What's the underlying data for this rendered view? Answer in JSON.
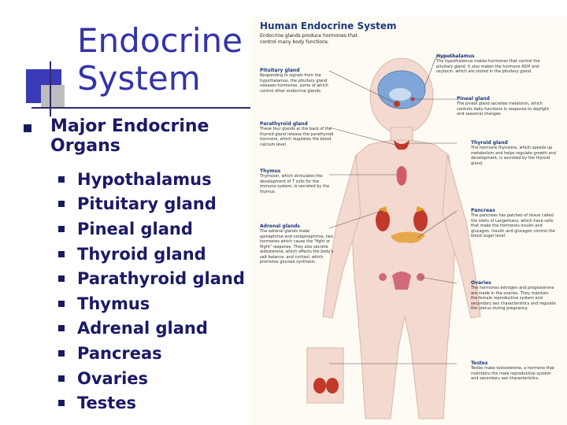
{
  "slide": {
    "title_lines": [
      "Endocrine",
      "System"
    ],
    "main_bullet": "Major Endocrine Organs",
    "organs": [
      "Hypothalamus",
      "Pituitary gland",
      "Pineal gland",
      "Thyroid gland",
      "Parathyroid gland",
      "Thymus",
      "Adrenal gland",
      "Pancreas",
      "Ovaries",
      "Testes"
    ]
  },
  "figure": {
    "title": "Human Endocrine System",
    "subtitle": "Endocrine glands produce hormones that control many body functions.",
    "labels": {
      "hypothalamus": "Hypothalamus",
      "pituitary": "Pituitary gland",
      "pineal": "Pineal gland",
      "parathyroid": "Parathyroid gland",
      "thyroid": "Thyroid gland",
      "thymus": "Thymus",
      "pancreas": "Pancreas",
      "adrenal": "Adrenal glands",
      "ovaries": "Ovaries",
      "testes": "Testes"
    },
    "descriptions": {
      "hypothalamus": "The hypothalamus makes hormones that control the pituitary gland. It also makes the hormone ADH and oxytocin, which are stored in the pituitary gland.",
      "pituitary": "Responding to signals from the hypothalamus, the pituitary gland releases hormones, some of which control other endocrine glands.",
      "pineal": "The pineal gland secretes melatonin, which controls daily functions in response to daylight and seasonal changes.",
      "parathyroid": "These four glands at the back of the thyroid gland release the parathyroid hormone, which regulates the blood calcium level.",
      "thyroid": "The hormone thyroxine, which speeds up metabolism and helps regulate growth and development, is secreted by the thyroid gland.",
      "thymus": "Thymosin, which stimulates the development of T cells for the immune system, is secreted by the thymus.",
      "pancreas": "The pancreas has patches of tissue called the islets of Langerhans, which have cells that make the hormones insulin and glucagon. Insulin and glucagon control the blood sugar level.",
      "adrenal": "The adrenal glands make epinephrine and norepinephrine, two hormones which cause the \"fight or flight\" response. They also secrete aldosterone, which affects the body's salt balance, and cortisol, which promotes glucose synthesis.",
      "ovaries": "The hormones estrogen and progesterone are made in the ovaries. They maintain the female reproductive system and secondary sex characteristics and regulate the uterus during pregnancy.",
      "testes": "Testes make testosterone, a hormone that maintains the male reproductive system and secondary sex characteristics."
    }
  },
  "colors": {
    "title": "#3333aa",
    "bullet_text": "#1a1a66",
    "accent_square": "#3a3ab8",
    "body_tint": "#f3d9cf",
    "organ_red": "#c0392b"
  }
}
